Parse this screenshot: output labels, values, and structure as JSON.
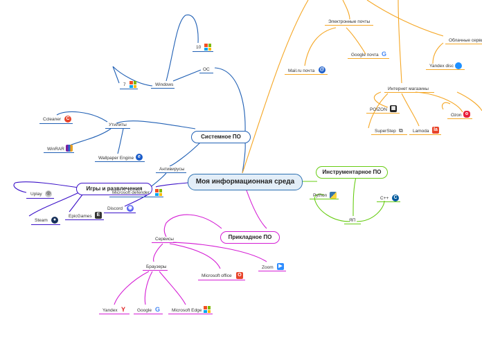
{
  "central": "Моя информационная среда",
  "topics": {
    "system": "Системное ПО",
    "games": "Игры и развлечения",
    "applied": "Прикладное ПО",
    "tools": "Инструментарное ПО"
  },
  "system": {
    "os": "ОС",
    "windows": "Windows",
    "win10": "10",
    "win7": "7",
    "utilities": "Утилиты",
    "ccleaner": "Ccleaner",
    "winrar": "WinRAR",
    "wallpaper": "Wallpaper Engine",
    "antivirus": "Антивирусы",
    "defender": "Microsoft defender"
  },
  "games": {
    "uplay": "Uplay",
    "steam": "Steam",
    "epic": "EpicGames",
    "discord": "Discord"
  },
  "applied": {
    "services": "Сервисы",
    "browsers": "Браузеры",
    "office": "Microsoft office",
    "zoom": "Zoom",
    "yandex": "Yandex",
    "google": "Google",
    "edge": "Microsoft Edge"
  },
  "tools": {
    "python": "Python",
    "cpp": "C++",
    "yap": "ЯП"
  },
  "internet": {
    "email": "Электронные почты",
    "mailru": "Mail.ru почта",
    "gmail": "Google почта",
    "cloud": "Облачные серви",
    "yadisk": "Yandex disc",
    "shops": "Интернет магазины",
    "poizon": "POIZON",
    "superstep": "SuperStep",
    "lamoda": "Lamoda",
    "ozon": "Ozon"
  },
  "colors": {
    "system": "#1f5fb4",
    "games": "#3a10c8",
    "applied": "#d41cd4",
    "tools": "#66cc11",
    "internet": "#f5a623",
    "central_border": "#2a6fb0",
    "central_fill": "#e3eef8"
  },
  "icons": {
    "windows": "windows-icon",
    "ccleaner": "ccleaner-icon",
    "winrar": "winrar-icon",
    "wallpaper": "wallpaper-engine-icon",
    "uplay": "uplay-icon",
    "steam": "steam-icon",
    "epic": "epicgames-icon",
    "discord": "discord-icon",
    "office": "office-icon",
    "zoom": "zoom-icon",
    "yandex": "yandex-icon",
    "google": "google-icon",
    "python": "python-icon",
    "cpp": "cpp-icon",
    "mail": "mailru-icon",
    "poizon": "poizon-icon",
    "lamoda": "lamoda-icon",
    "ozon": "ozon-icon",
    "yadisk": "yandex-disk-icon",
    "superstep": "superstep-icon"
  }
}
